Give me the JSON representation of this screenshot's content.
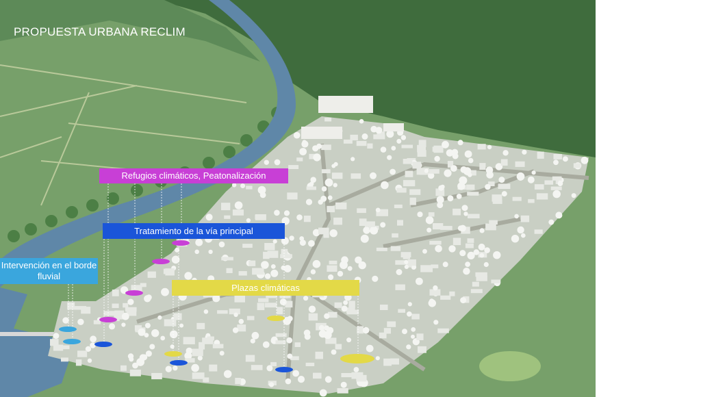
{
  "title": "PROPUESTA URBANA RECLIM",
  "labels": {
    "refugios": "Refugios climáticos, Peatonalización",
    "via": "Tratamiento de la vía principal",
    "borde": "Intervención en el borde fluvial",
    "plazas": "Plazas climáticas"
  },
  "colors": {
    "refugios": "#c83fd6",
    "via": "#1a55d9",
    "borde": "#3aa6dd",
    "plazas": "#e3d947",
    "forest": "#3e6b3c",
    "river": "#5f86a7",
    "fields": "#7ea36c"
  }
}
